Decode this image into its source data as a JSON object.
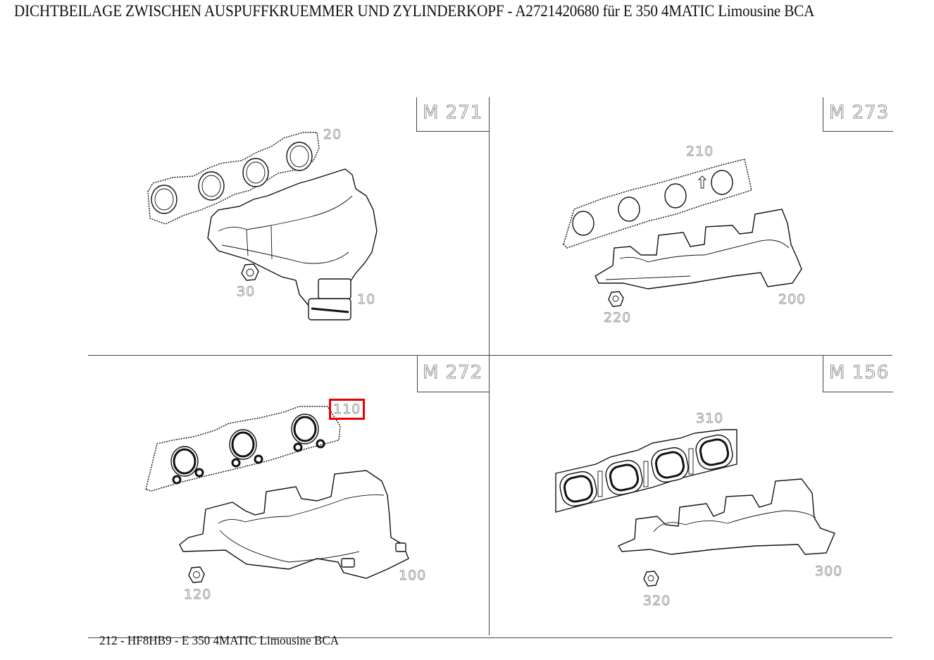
{
  "header": {
    "title": "DICHTBEILAGE ZWISCHEN AUSPUFFKRUEMMER UND ZYLINDERKOPF - A2721420680 für E 350 4MATIC Limousine BCA"
  },
  "footer": {
    "text": "212 - HF8HB9 - E 350 4MATIC Limousine BCA"
  },
  "highlight_color": "#ee0000",
  "panels": [
    {
      "engine": "M 271",
      "callouts": [
        {
          "id": "20",
          "part": "gasket",
          "highlighted": false
        },
        {
          "id": "10",
          "part": "exhaust-manifold",
          "highlighted": false
        },
        {
          "id": "30",
          "part": "nut",
          "highlighted": false
        }
      ]
    },
    {
      "engine": "M 273",
      "callouts": [
        {
          "id": "210",
          "part": "gasket",
          "highlighted": false
        },
        {
          "id": "200",
          "part": "exhaust-manifold",
          "highlighted": false
        },
        {
          "id": "220",
          "part": "nut",
          "highlighted": false
        }
      ]
    },
    {
      "engine": "M 272",
      "callouts": [
        {
          "id": "110",
          "part": "gasket",
          "highlighted": true
        },
        {
          "id": "100",
          "part": "exhaust-manifold",
          "highlighted": false
        },
        {
          "id": "120",
          "part": "nut",
          "highlighted": false
        }
      ]
    },
    {
      "engine": "M 156",
      "callouts": [
        {
          "id": "310",
          "part": "gasket",
          "highlighted": false
        },
        {
          "id": "300",
          "part": "exhaust-manifold",
          "highlighted": false
        },
        {
          "id": "320",
          "part": "nut",
          "highlighted": false
        }
      ]
    }
  ]
}
